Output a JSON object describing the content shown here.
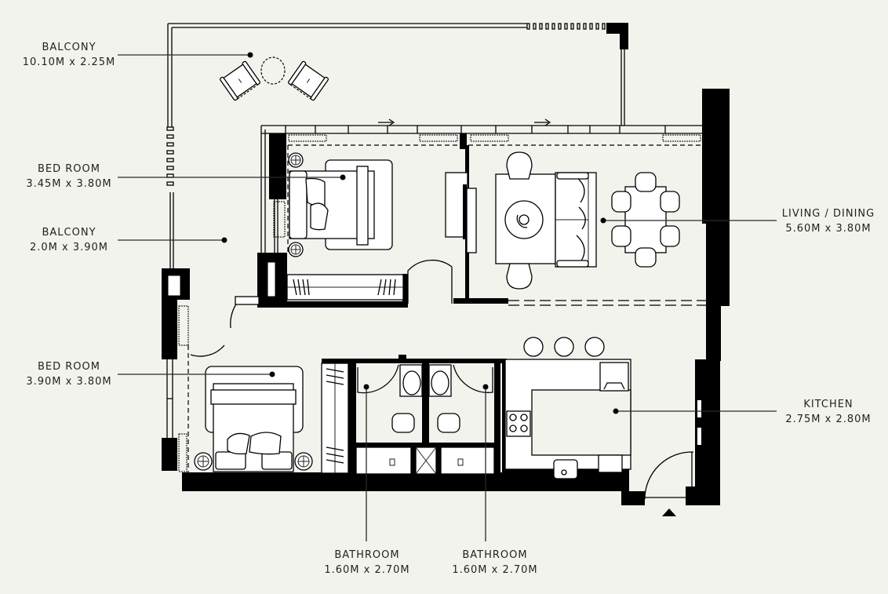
{
  "plan": {
    "title": "Apartment Floor Plan",
    "background": "#f3f3ee",
    "wall_color": "#000000",
    "rooms": [
      {
        "id": "balcony-top",
        "name": "BALCONY",
        "dims": "10.10M x 2.25M"
      },
      {
        "id": "bedroom-1",
        "name": "BED ROOM",
        "dims": "3.45M x 3.80M"
      },
      {
        "id": "balcony-side",
        "name": "BALCONY",
        "dims": "2.0M x 3.90M"
      },
      {
        "id": "bedroom-2",
        "name": "BED ROOM",
        "dims": "3.90M x 3.80M"
      },
      {
        "id": "living-dining",
        "name": "LIVING / DINING",
        "dims": "5.60M x 3.80M"
      },
      {
        "id": "kitchen",
        "name": "KITCHEN",
        "dims": "2.75M x 2.80M"
      },
      {
        "id": "bathroom-1",
        "name": "BATHROOM",
        "dims": "1.60M x 2.70M"
      },
      {
        "id": "bathroom-2",
        "name": "BATHROOM",
        "dims": "1.60M x 2.70M"
      }
    ],
    "entrance_marker": "entrance-arrow-icon"
  }
}
